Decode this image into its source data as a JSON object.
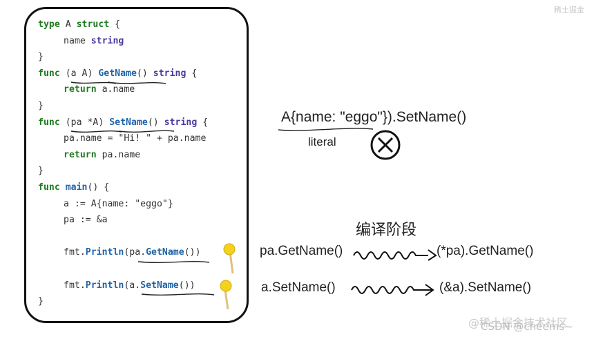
{
  "code_lines": [
    {
      "indent": 0,
      "tokens": [
        {
          "t": "kw",
          "v": "type"
        },
        {
          "t": "p",
          "v": " A "
        },
        {
          "t": "kw",
          "v": "struct"
        },
        {
          "t": "p",
          "v": " {"
        }
      ]
    },
    {
      "indent": 1,
      "tokens": [
        {
          "t": "p",
          "v": "name "
        },
        {
          "t": "ty",
          "v": "string"
        }
      ]
    },
    {
      "indent": 0,
      "tokens": [
        {
          "t": "p",
          "v": "}"
        }
      ]
    },
    {
      "indent": 0,
      "tokens": [
        {
          "t": "kw",
          "v": "func"
        },
        {
          "t": "p",
          "v": " (a A) "
        },
        {
          "t": "fn",
          "v": "GetName"
        },
        {
          "t": "p",
          "v": "() "
        },
        {
          "t": "ty",
          "v": "string"
        },
        {
          "t": "p",
          "v": " {"
        }
      ]
    },
    {
      "indent": 1,
      "tokens": [
        {
          "t": "kw",
          "v": "return"
        },
        {
          "t": "p",
          "v": " a.name"
        }
      ]
    },
    {
      "indent": 0,
      "tokens": [
        {
          "t": "p",
          "v": "}"
        }
      ]
    },
    {
      "indent": 0,
      "tokens": [
        {
          "t": "kw",
          "v": "func"
        },
        {
          "t": "p",
          "v": " (pa *A) "
        },
        {
          "t": "fn",
          "v": "SetName"
        },
        {
          "t": "p",
          "v": "() "
        },
        {
          "t": "ty",
          "v": "string"
        },
        {
          "t": "p",
          "v": " {"
        }
      ]
    },
    {
      "indent": 1,
      "tokens": [
        {
          "t": "p",
          "v": "pa.name = \"Hi! \" + pa.name"
        }
      ]
    },
    {
      "indent": 1,
      "tokens": [
        {
          "t": "kw",
          "v": "return"
        },
        {
          "t": "p",
          "v": " pa.name"
        }
      ]
    },
    {
      "indent": 0,
      "tokens": [
        {
          "t": "p",
          "v": "}"
        }
      ]
    },
    {
      "indent": 0,
      "tokens": [
        {
          "t": "kw",
          "v": "func"
        },
        {
          "t": "p",
          "v": " "
        },
        {
          "t": "fn",
          "v": "main"
        },
        {
          "t": "p",
          "v": "() {"
        }
      ]
    },
    {
      "indent": 1,
      "tokens": [
        {
          "t": "p",
          "v": "a := A{name: \"eggo\"}"
        }
      ]
    },
    {
      "indent": 1,
      "tokens": [
        {
          "t": "p",
          "v": "pa := &a"
        }
      ]
    },
    {
      "indent": 1,
      "tokens": []
    },
    {
      "indent": 1,
      "tokens": [
        {
          "t": "p",
          "v": "fmt."
        },
        {
          "t": "fn",
          "v": "Println"
        },
        {
          "t": "p",
          "v": "(pa."
        },
        {
          "t": "fn",
          "v": "GetName"
        },
        {
          "t": "p",
          "v": "())"
        }
      ]
    },
    {
      "indent": 1,
      "tokens": []
    },
    {
      "indent": 1,
      "tokens": [
        {
          "t": "p",
          "v": "fmt."
        },
        {
          "t": "fn",
          "v": "Println"
        },
        {
          "t": "p",
          "v": "(a."
        },
        {
          "t": "fn",
          "v": "SetName"
        },
        {
          "t": "p",
          "v": "())"
        }
      ]
    },
    {
      "indent": 0,
      "tokens": [
        {
          "t": "p",
          "v": "}"
        }
      ]
    }
  ],
  "annotations": {
    "literal_expr": "A{name: \"eggo\"}).SetName()",
    "literal_label": "literal",
    "compile_stage": "编译阶段",
    "rewrite_1_from": "pa.GetName()",
    "rewrite_1_to": "(*pa).GetName()",
    "rewrite_2_from": "a.SetName()",
    "rewrite_2_to": "(&a).SetName()"
  },
  "watermarks": {
    "top_right": "稀土掘金",
    "bottom_1": "@稀土掘金技术社区",
    "bottom_2": "CSDN @cheems~"
  },
  "colors": {
    "keyword": "#1f7a1f",
    "type": "#4a3aa0",
    "function": "#1f63a8",
    "lollipop": "#f2d21c"
  }
}
